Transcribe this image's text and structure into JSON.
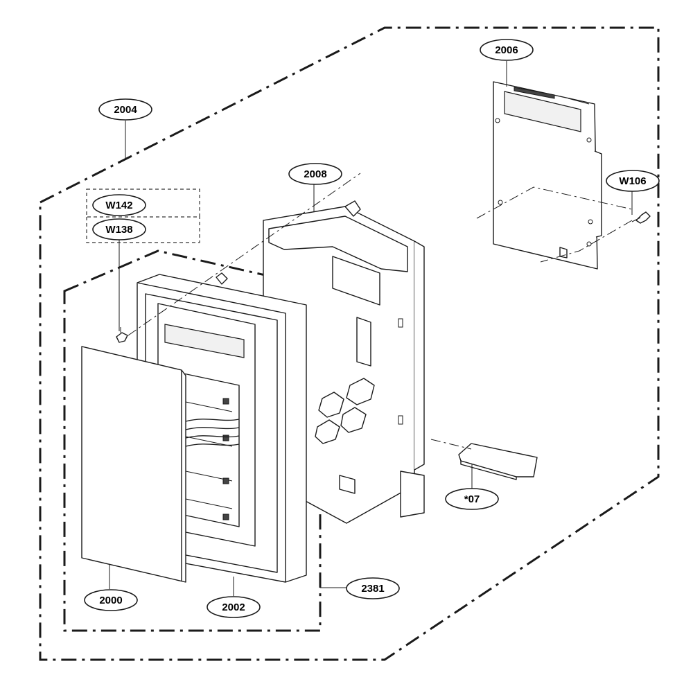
{
  "diagram": {
    "callouts": {
      "c2004": "2004",
      "c2006": "2006",
      "c2008": "2008",
      "cW106": "W106",
      "cW142": "W142",
      "cW138": "W138",
      "c07": "*07",
      "c2000": "2000",
      "c2002": "2002",
      "c2381": "2381"
    }
  }
}
